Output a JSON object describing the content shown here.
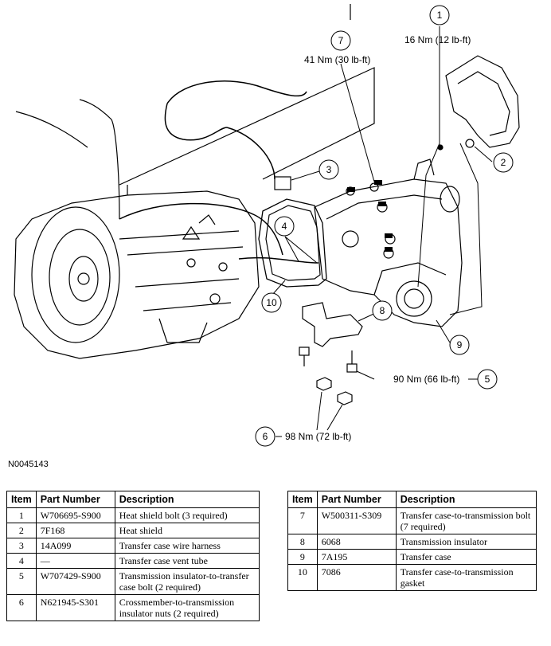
{
  "figure_id": "N0045143",
  "callouts": [
    {
      "num": "1",
      "torque": "16 Nm (12 lb-ft)"
    },
    {
      "num": "2",
      "torque": ""
    },
    {
      "num": "3",
      "torque": ""
    },
    {
      "num": "4",
      "torque": ""
    },
    {
      "num": "5",
      "torque": "90 Nm (66 lb-ft)"
    },
    {
      "num": "6",
      "torque": "98 Nm (72 lb-ft)"
    },
    {
      "num": "7",
      "torque": "41 Nm (30 lb-ft)"
    },
    {
      "num": "8",
      "torque": ""
    },
    {
      "num": "9",
      "torque": ""
    },
    {
      "num": "10",
      "torque": ""
    }
  ],
  "table_headers": {
    "item": "Item",
    "part_number": "Part Number",
    "description": "Description"
  },
  "parts_left": [
    {
      "item": "1",
      "part_number": "W706695-S900",
      "description": "Heat shield bolt (3 required)"
    },
    {
      "item": "2",
      "part_number": "7F168",
      "description": "Heat shield"
    },
    {
      "item": "3",
      "part_number": "14A099",
      "description": "Transfer case wire harness"
    },
    {
      "item": "4",
      "part_number": "—",
      "description": "Transfer case vent tube"
    },
    {
      "item": "5",
      "part_number": "W707429-S900",
      "description": "Transmission insulator-to-transfer case bolt (2 required)"
    },
    {
      "item": "6",
      "part_number": "N621945-S301",
      "description": "Crossmember-to-transmission insulator nuts (2 required)"
    }
  ],
  "parts_right": [
    {
      "item": "7",
      "part_number": "W500311-S309",
      "description": "Transfer case-to-transmission bolt (7 required)"
    },
    {
      "item": "8",
      "part_number": "6068",
      "description": "Transmission insulator"
    },
    {
      "item": "9",
      "part_number": "7A195",
      "description": "Transfer case"
    },
    {
      "item": "10",
      "part_number": "7086",
      "description": "Transfer case-to-transmission gasket"
    }
  ]
}
